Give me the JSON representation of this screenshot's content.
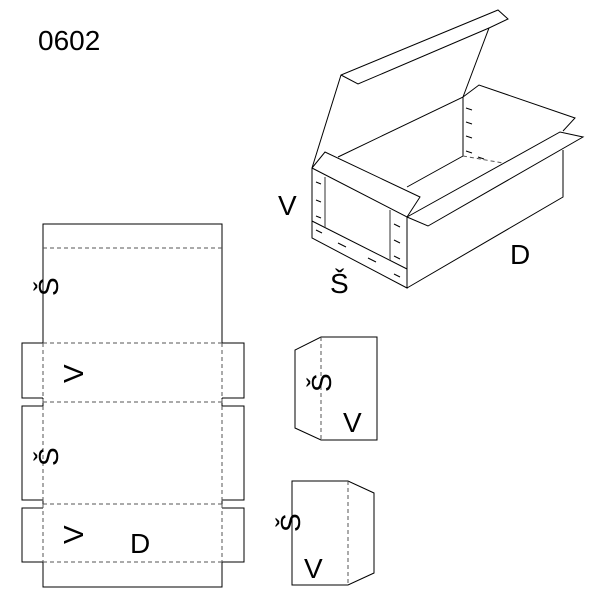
{
  "title": "0602",
  "box_3d": {
    "label_height": "V",
    "label_width": "Š",
    "label_length": "D"
  },
  "flat_layout": {
    "labels": [
      "Š",
      "V",
      "Š",
      "V",
      "D"
    ]
  },
  "end_piece_1": {
    "labels": [
      "Š",
      "V"
    ]
  },
  "end_piece_2": {
    "labels": [
      "Š",
      "V"
    ]
  }
}
